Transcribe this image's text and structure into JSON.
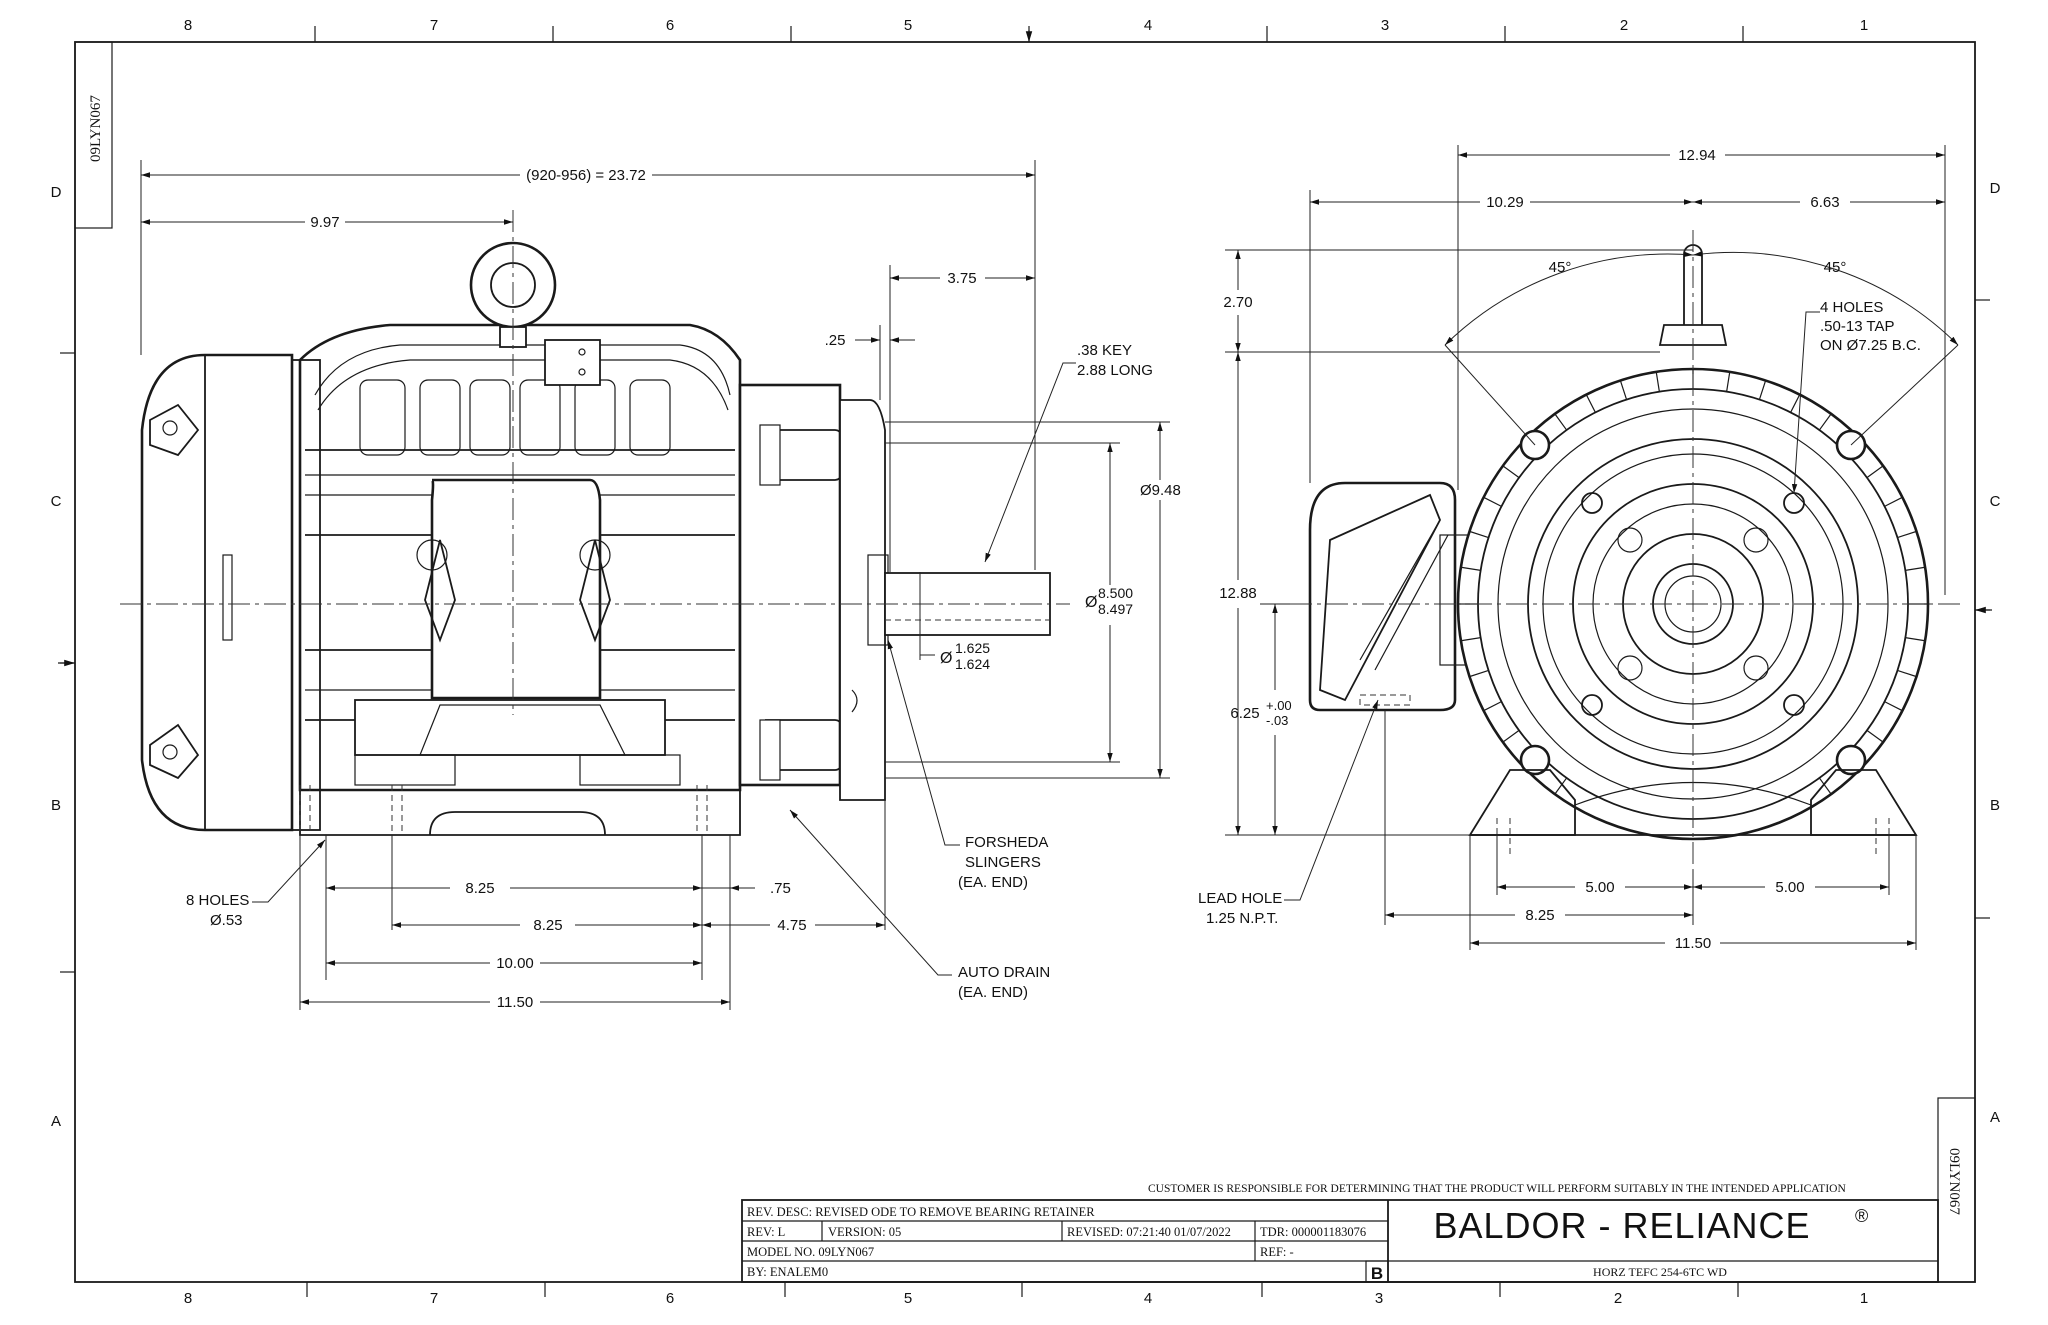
{
  "sheet": {
    "zones_top": [
      "8",
      "7",
      "6",
      "5",
      "4",
      "3",
      "2",
      "1"
    ],
    "zones_bottom": [
      "8",
      "7",
      "6",
      "5",
      "4",
      "3",
      "2",
      "1"
    ],
    "zones_left": [
      "D",
      "C",
      "B",
      "A"
    ],
    "zones_right": [
      "D",
      "C",
      "B",
      "A"
    ],
    "drawing_id_top": "09LYN067",
    "drawing_id_side": "09LYN067"
  },
  "side_view": {
    "overall_length": "(920-956) = 23.72",
    "lifting_eye_pos": "9.97",
    "shaft_length": "3.75",
    "flange_offset": ".25",
    "key_note": [
      ".38 KEY",
      "2.88 LONG"
    ],
    "dia_flange": "Ø9.48",
    "dia_pilot_prefix": "Ø",
    "dia_pilot_max": "8.500",
    "dia_pilot_min": "8.497",
    "dia_shaft_prefix": "Ø",
    "dia_shaft_max": "1.625",
    "dia_shaft_min": "1.624",
    "slingers_note": [
      "FORSHEDA",
      "SLINGERS",
      "(EA. END)"
    ],
    "auto_drain_note": [
      "AUTO DRAIN",
      "(EA. END)"
    ],
    "holes_note": [
      "8 HOLES",
      "Ø.53"
    ],
    "dim_825_a": "8.25",
    "dim_825_b": "8.25",
    "dim_075": ".75",
    "dim_475": "4.75",
    "dim_1000": "10.00",
    "dim_1150": "11.50"
  },
  "end_view": {
    "overall_width": "12.94",
    "left_width": "10.29",
    "right_width": "6.63",
    "angle_left": "45°",
    "angle_right": "45°",
    "tap_note": [
      "4 HOLES",
      ".50-13 TAP",
      "ON Ø7.25 B.C."
    ],
    "eye_height": "2.70",
    "overall_height": "12.88",
    "shaft_height": "6.25",
    "shaft_height_tol_plus": "+.00",
    "shaft_height_tol_minus": "-.03",
    "lead_hole_note": [
      "LEAD HOLE",
      "1.25 N.P.T."
    ],
    "dim_500_a": "5.00",
    "dim_500_b": "5.00",
    "dim_825": "8.25",
    "dim_1150": "11.50"
  },
  "title_block": {
    "customer_note": "CUSTOMER IS RESPONSIBLE FOR DETERMINING THAT THE PRODUCT WILL PERFORM SUITABLY IN THE INTENDED APPLICATION",
    "rev_desc": "REV. DESC: REVISED ODE TO REMOVE BEARING RETAINER",
    "rev": "REV:  L",
    "version": "VERSION:  05",
    "revised": "REVISED:  07:21:40 01/07/2022",
    "tdr": "TDR: 000001183076",
    "model_no": "MODEL NO.  09LYN067",
    "ref": "REF:  -",
    "by": "BY: ENALEM0",
    "size_letter": "B",
    "company": "BALDOR - RELIANCE",
    "registered": "®",
    "description": "HORZ TEFC 254-6TC WD"
  }
}
